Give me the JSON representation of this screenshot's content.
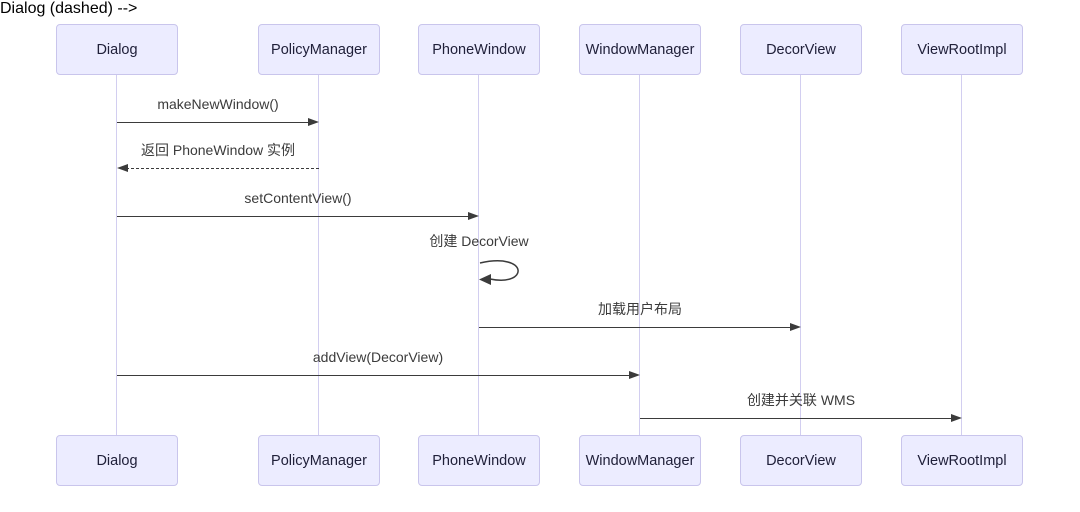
{
  "diagram": {
    "type": "sequence-diagram",
    "colors": {
      "actor_fill": "#ECECFF",
      "actor_border": "#C9C5EC",
      "lifeline": "#D2CEF0",
      "message_line": "#3b3b3b",
      "text": "#20203a"
    },
    "actors": [
      {
        "label": "Dialog"
      },
      {
        "label": "PolicyManager"
      },
      {
        "label": "PhoneWindow"
      },
      {
        "label": "WindowManager"
      },
      {
        "label": "DecorView"
      },
      {
        "label": "ViewRootImpl"
      }
    ],
    "messages": [
      {
        "label": "makeNewWindow()",
        "from": "Dialog",
        "to": "PolicyManager",
        "line": "solid"
      },
      {
        "label": "返回 PhoneWindow 实例",
        "from": "PolicyManager",
        "to": "Dialog",
        "line": "dashed"
      },
      {
        "label": "setContentView()",
        "from": "Dialog",
        "to": "PhoneWindow",
        "line": "solid"
      },
      {
        "label": "创建 DecorView",
        "from": "PhoneWindow",
        "to": "PhoneWindow",
        "line": "self"
      },
      {
        "label": "加载用户布局",
        "from": "PhoneWindow",
        "to": "DecorView",
        "line": "solid"
      },
      {
        "label": "addView(DecorView)",
        "from": "Dialog",
        "to": "WindowManager",
        "line": "solid"
      },
      {
        "label": "创建并关联 WMS",
        "from": "WindowManager",
        "to": "ViewRootImpl",
        "line": "solid"
      }
    ]
  }
}
